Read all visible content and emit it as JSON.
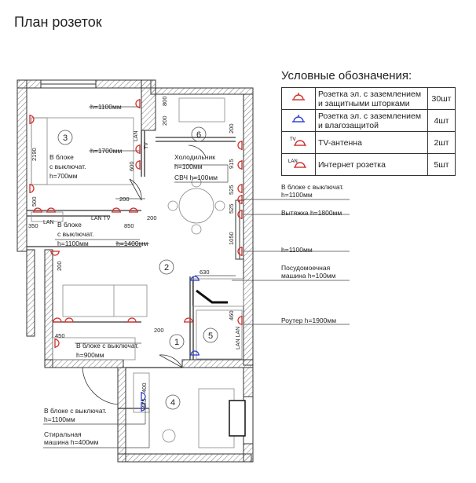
{
  "title": "План розеток",
  "legend": {
    "heading": "Условные обозначения:",
    "rows": [
      {
        "icon": "socket-shutter-icon",
        "color": "#d0312d",
        "text": "Розетка эл. с заземлением и защитными шторками",
        "count": "30шт"
      },
      {
        "icon": "socket-waterproof-icon",
        "color": "#2d3fd0",
        "text": "Розетка эл. с заземлением и влагозащитой",
        "count": "4шт"
      },
      {
        "icon": "tv-antenna-icon",
        "color": "#d0312d",
        "badge": "TV",
        "text": "TV-антенна",
        "count": "2шт"
      },
      {
        "icon": "internet-socket-icon",
        "color": "#d0312d",
        "badge": "LAN",
        "text": "Интернет розетка",
        "count": "5шт"
      }
    ]
  },
  "rooms": [
    "3",
    "6",
    "2",
    "1",
    "5",
    "4"
  ],
  "labels": {
    "h1100_top": "h=1100мм",
    "h1700": "h=1700мм",
    "block3_a": "В блоке",
    "block3_b": "с выключат.",
    "block3_c": "h=700мм",
    "fridge": "Холодильник",
    "fridge_h": "h=100мм",
    "svch": "СВЧ h=100мм",
    "block_mid_a": "В блоке",
    "block_mid_b": "с выключат.",
    "block_mid_c": "h=1100мм",
    "h1400": "h=1400мм",
    "r_block_a": "В блоке с выключат.",
    "r_block_b": "h=1100мм",
    "hood": "Вытяжка h=1800мм",
    "r_h1100": "h=1100мм",
    "dishwasher_a": "Посудомоечная",
    "dishwasher_b": "машина h=100мм",
    "router": "Роутер h=1900мм",
    "low_block_a": "В блоке с выключат.",
    "low_block_b": "h=900мм",
    "bl_block_a": "В блоке с выключат.",
    "bl_block_b": "h=1100мм",
    "washer_a": "Стиральная",
    "washer_b": "машина h=400мм",
    "lan": "LAN",
    "lan_tv": "LAN TV",
    "lan_lan": "LAN LAN",
    "tv": "TV"
  },
  "dims": {
    "d800": "800",
    "d200a": "200",
    "d2190": "2190",
    "d500a": "500",
    "d600": "600",
    "d200b": "200",
    "d200c": "200",
    "d350": "350",
    "d850": "850",
    "d200d": "200",
    "d200e": "200",
    "d915": "915",
    "d525": "525",
    "d525b": "525",
    "d1050": "1050",
    "d630": "630",
    "d460": "460",
    "d200f": "200",
    "d450": "450",
    "d400": "400",
    "d475": "475"
  }
}
